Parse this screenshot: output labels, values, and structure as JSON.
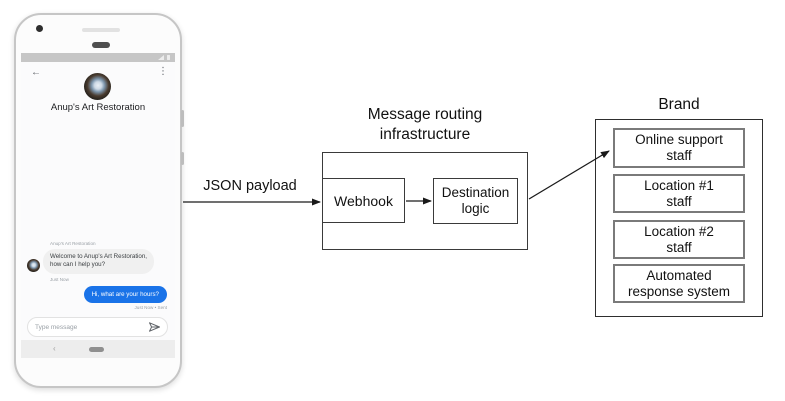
{
  "phone": {
    "app_bar": {
      "title": "Anup's Art Restoration"
    },
    "icons": {
      "back": "←",
      "overflow": "⋮",
      "nav_back": "‹"
    },
    "conversation": {
      "sender_label": "Anup's Art Restoration",
      "incoming_message": {
        "text": "Welcome to Anup's Art Restoration,\nhow can I help you?",
        "timestamp": "Just Now"
      },
      "outgoing_message": {
        "text": "Hi, what are your hours?",
        "timestamp": "Just Now • Sent"
      }
    },
    "composer": {
      "placeholder": "Type message"
    }
  },
  "flow": {
    "payload_arrow_label": "JSON payload",
    "routing": {
      "title": "Message routing\ninfrastructure",
      "webhook_label": "Webhook",
      "destination_label": "Destination\nlogic"
    },
    "brand": {
      "title": "Brand",
      "boxes": [
        {
          "label": "Online support\nstaff"
        },
        {
          "label": "Location #1\nstaff"
        },
        {
          "label": "Location #2\nstaff"
        },
        {
          "label": "Automated\nresponse system"
        }
      ]
    }
  },
  "colors": {
    "outgoing_bubble": "#1a73e8",
    "incoming_bubble": "#f0f0f0",
    "status_bar": "#c6c6c6",
    "arrow": "#1a1a1a"
  }
}
